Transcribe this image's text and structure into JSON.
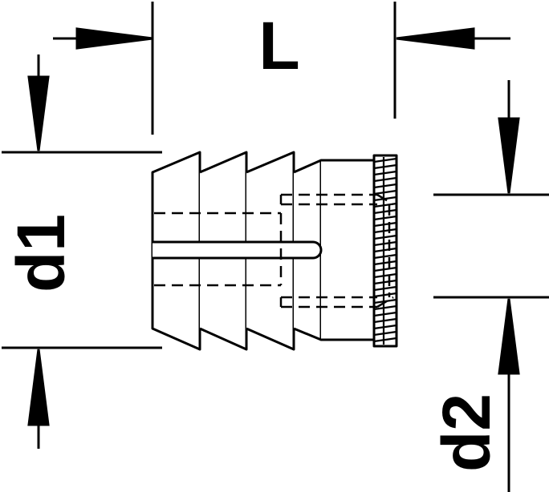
{
  "labels": {
    "length": "L",
    "outer_diameter": "d1",
    "inner_diameter": "d2"
  },
  "colors": {
    "ink": "#000000",
    "paper": "#ffffff"
  }
}
